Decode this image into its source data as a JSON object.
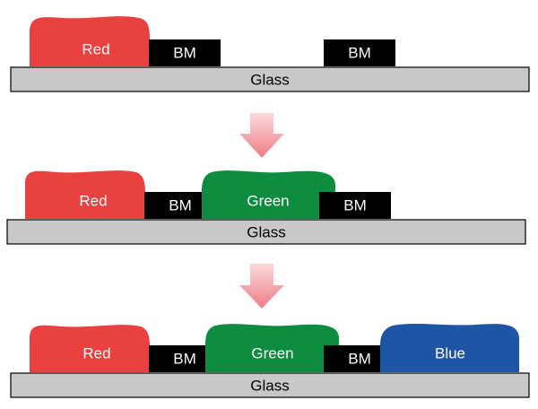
{
  "labels": {
    "red": "Red",
    "green": "Green",
    "blue": "Blue",
    "bm": "BM",
    "glass": "Glass"
  },
  "colors": {
    "red": "#e8413f",
    "green": "#0e8c3f",
    "blue": "#1f55a5",
    "bm": "#000000",
    "glass": "#c8c8cb",
    "glass_border": "#000000",
    "arrow_top": "#fbd9dc",
    "arrow_bottom": "#ee7d84"
  },
  "steps": [
    {
      "id": "step-1",
      "layers": [
        "red",
        "bm",
        "bm"
      ]
    },
    {
      "id": "step-2",
      "layers": [
        "red",
        "bm",
        "green",
        "bm"
      ]
    },
    {
      "id": "step-3",
      "layers": [
        "red",
        "bm",
        "green",
        "bm",
        "blue"
      ]
    }
  ],
  "arrows": [
    "down-arrow-icon",
    "down-arrow-icon"
  ]
}
